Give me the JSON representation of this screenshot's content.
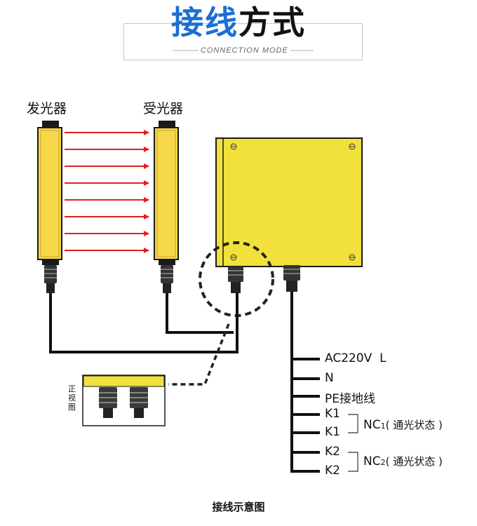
{
  "header": {
    "title_part1": "接线",
    "title_part2": "方式",
    "subtitle": "CONNECTION MODE"
  },
  "labels": {
    "emitter": "发光器",
    "receiver": "受光器",
    "front_view": "正视图"
  },
  "wires": [
    {
      "label": "AC220V  L"
    },
    {
      "label": "N"
    },
    {
      "label": "PE接地线"
    },
    {
      "label": "K1"
    },
    {
      "label": "K1"
    },
    {
      "label": "K2"
    },
    {
      "label": "K2"
    }
  ],
  "groups": {
    "nc1_main": "NC",
    "nc1_sub": "1",
    "nc1_note": "( 通光状态 )",
    "nc2_main": "NC",
    "nc2_sub": "2",
    "nc2_note": "( 通光状态 )"
  },
  "caption": "接线示意图",
  "colors": {
    "title_blue": "#1a6fd4",
    "yellow": "#f2e13a",
    "bar_yellow": "#f6d84a",
    "arrow_red": "#e0201e",
    "wire": "#111111"
  }
}
